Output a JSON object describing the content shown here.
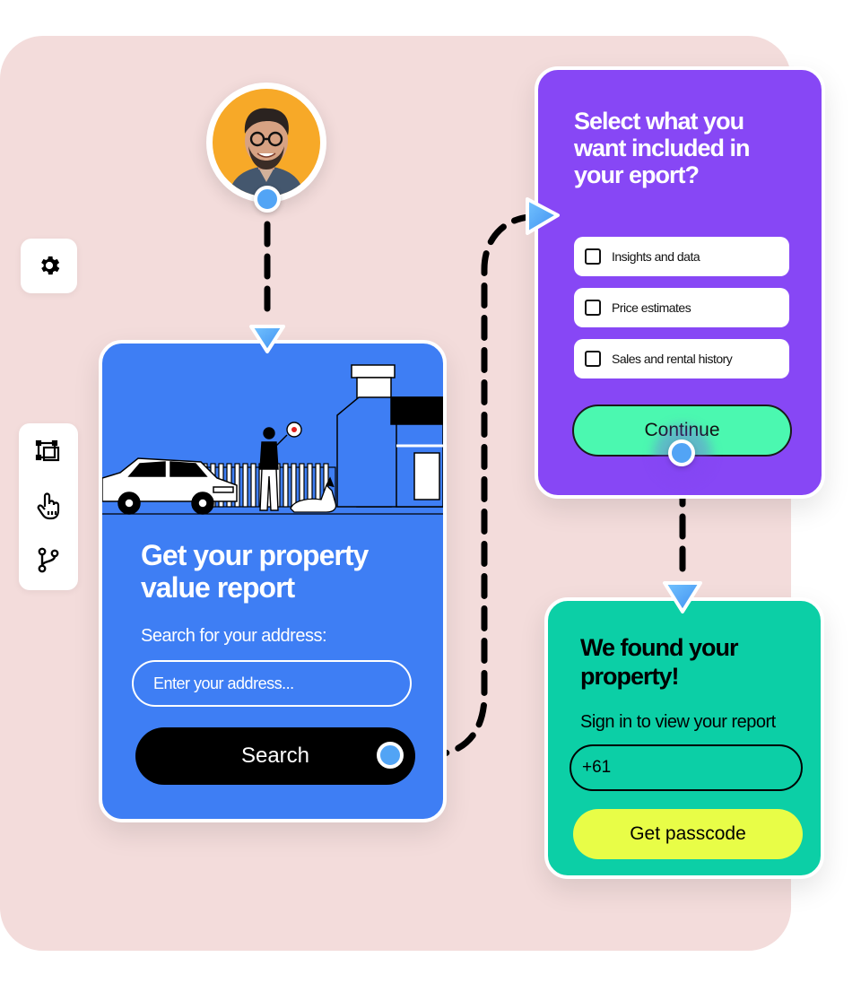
{
  "colors": {
    "canvas_bg": "#f3dcdb",
    "search_card": "#3e7ef4",
    "select_card": "#8747f5",
    "found_card": "#0ccfa6",
    "continue_btn": "#4bf8b0",
    "passcode_btn": "#e8fd47",
    "connector_dot": "#52a4f5",
    "avatar_bg": "#f7a928"
  },
  "toolbar": {
    "settings_icon": "gear-icon",
    "tools": [
      "frame-select-icon",
      "hand-pointer-icon",
      "branch-icon"
    ]
  },
  "search_card": {
    "title": "Get your property value report",
    "subtitle": "Search for your address:",
    "address_placeholder": "Enter your address...",
    "search_label": "Search"
  },
  "select_card": {
    "title": "Select what you want included in your eport?",
    "options": [
      {
        "label": "Insights and data",
        "checked": false
      },
      {
        "label": "Price estimates",
        "checked": false
      },
      {
        "label": "Sales and rental history",
        "checked": false
      }
    ],
    "continue_label": "Continue"
  },
  "found_card": {
    "title": "We found your property!",
    "subtitle": "Sign in to view your report",
    "phone_value": "+61",
    "passcode_label": "Get passcode"
  }
}
